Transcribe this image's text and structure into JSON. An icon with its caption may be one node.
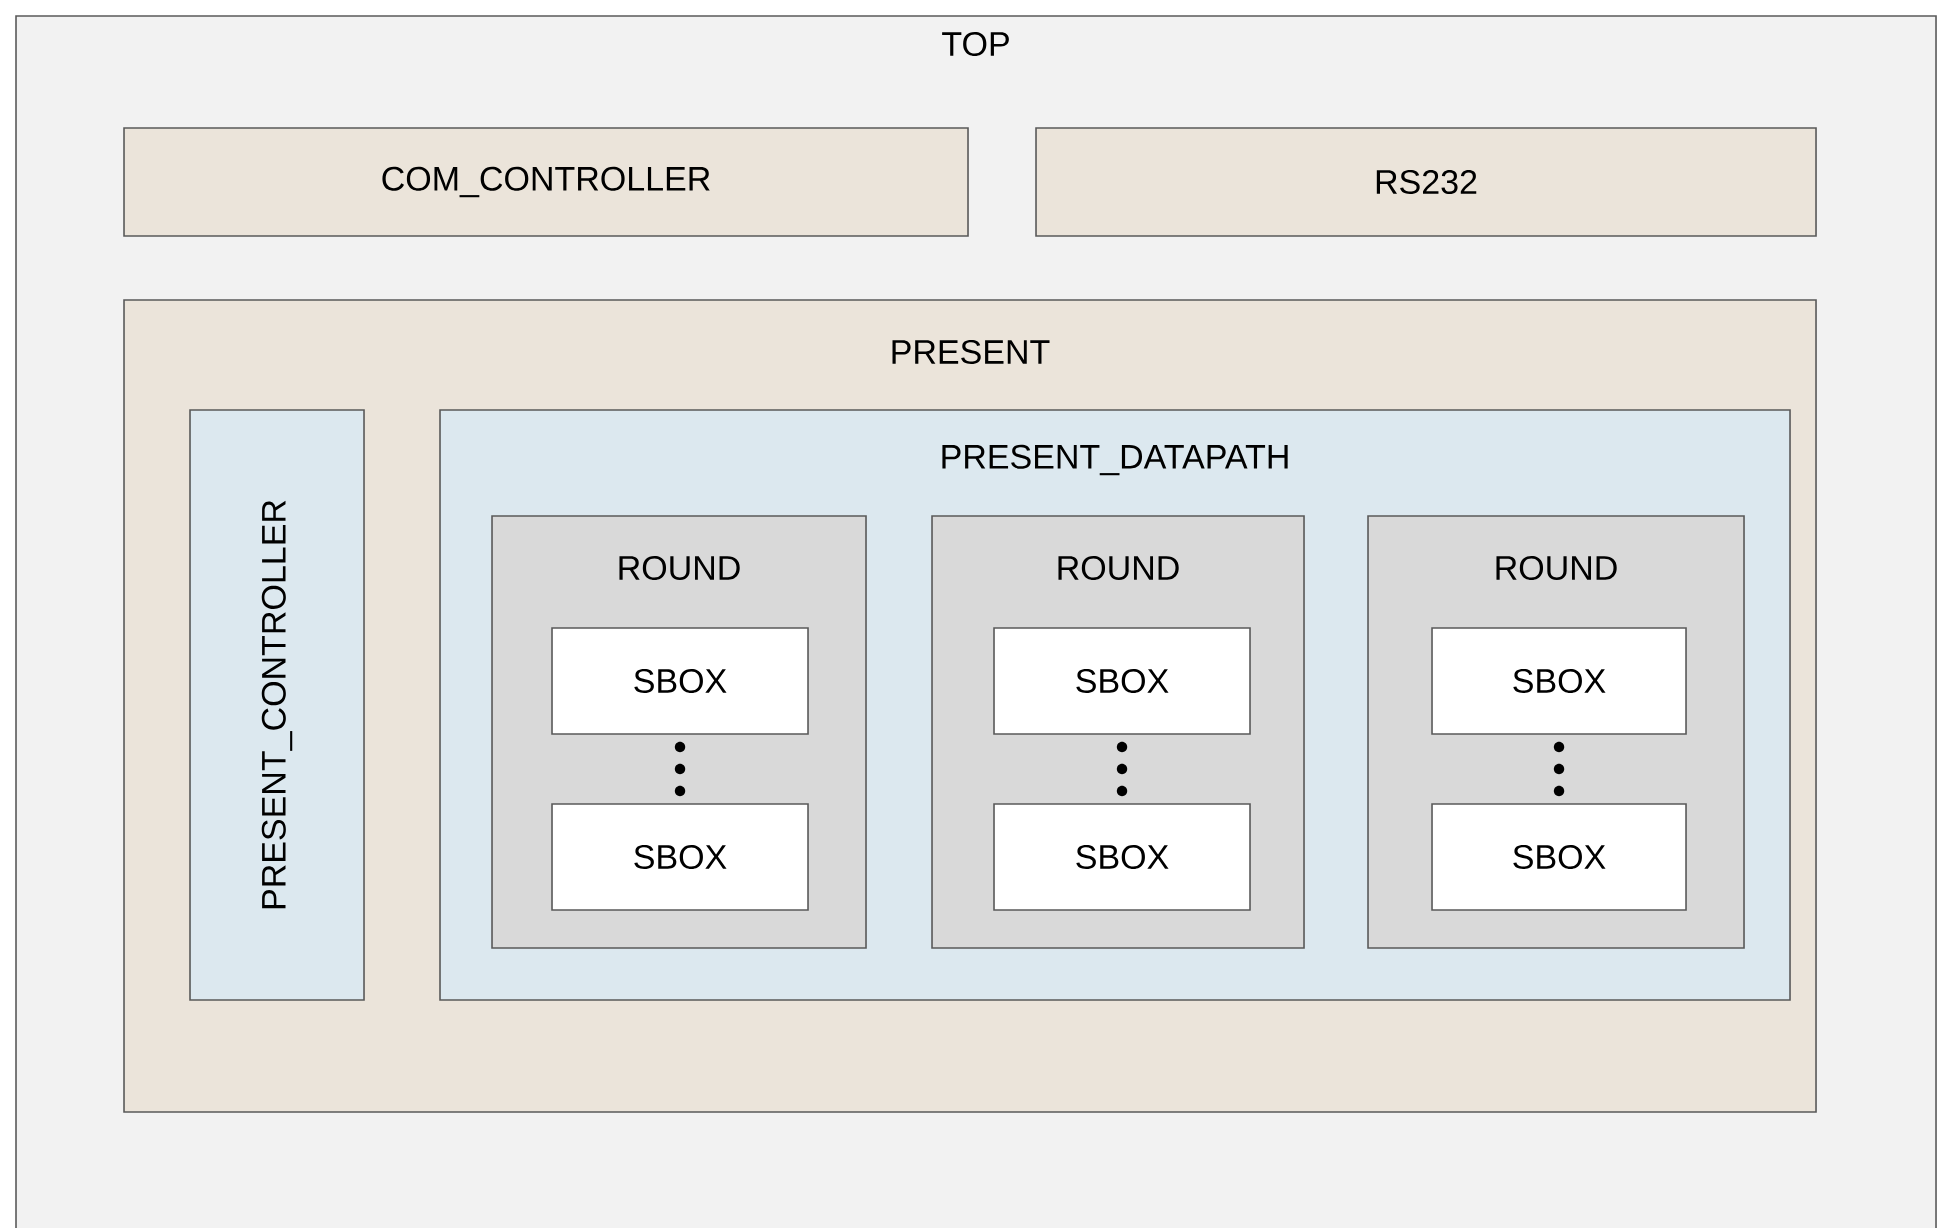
{
  "diagram": {
    "nodes": [
      {
        "text": [
          "TOP"
        ]
      },
      {
        "text": [
          "COM_CONTROLLER"
        ],
        "in": 0
      },
      {
        "text": [
          "RS232"
        ],
        "in": 0
      },
      {
        "text": [
          "PRESENT"
        ],
        "in": 0
      },
      {
        "text": [
          "PRESENT_CONTROLLER"
        ],
        "in": 3
      },
      {
        "text": [
          "PRESENT_DATAPATH"
        ],
        "in": 3
      },
      {
        "text": [
          "ROUND"
        ],
        "in": 5
      },
      {
        "text": [
          "SBOX"
        ],
        "in": 6
      },
      {
        "text": [
          "SBOX"
        ],
        "in": 6
      },
      {
        "text": [
          "ROUND"
        ],
        "in": 5
      },
      {
        "text": [
          "SBOX"
        ],
        "in": 9
      },
      {
        "text": [
          "SBOX"
        ],
        "in": 9
      },
      {
        "text": [
          "ROUND"
        ],
        "in": 5
      },
      {
        "text": [
          "SBOX"
        ],
        "in": 12
      },
      {
        "text": [
          "SBOX"
        ],
        "in": 12
      }
    ],
    "edges": []
  }
}
